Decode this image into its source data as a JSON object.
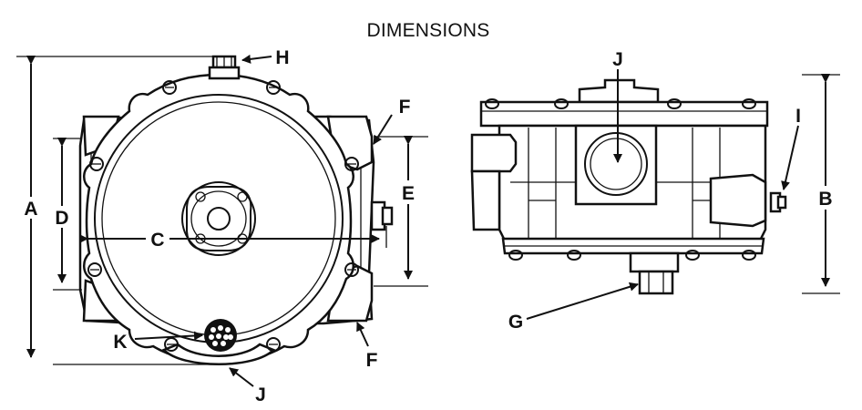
{
  "title": "DIMENSIONS",
  "labels": {
    "A": "A",
    "B": "B",
    "C": "C",
    "D": "D",
    "E": "E",
    "F_top": "F",
    "F_bottom": "F",
    "G": "G",
    "H": "H",
    "I": "I",
    "J_front": "J",
    "J_side": "J",
    "K": "K"
  }
}
